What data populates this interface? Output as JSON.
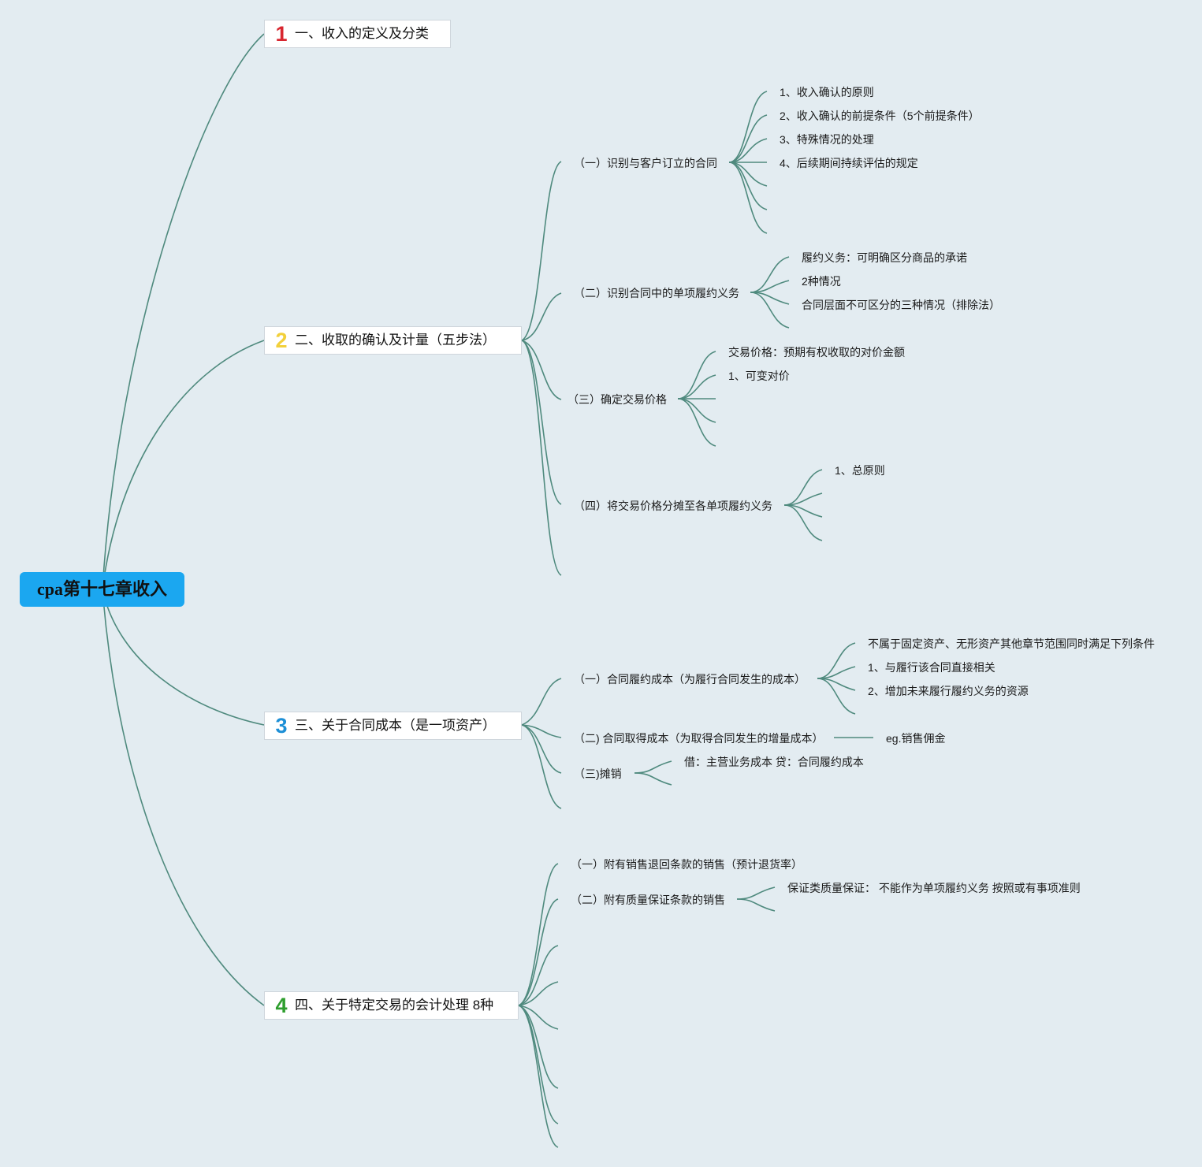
{
  "root": {
    "label": "cpa第十七章收入"
  },
  "main": [
    {
      "num": "1",
      "num_color": "#d8262f",
      "label": "一、收入的定义及分类"
    },
    {
      "num": "2",
      "num_color": "#f2d03b",
      "label": "二、收取的确认及计量（五步法）"
    },
    {
      "num": "3",
      "num_color": "#1d8fd6",
      "label": "三、关于合同成本（是一项资产）"
    },
    {
      "num": "4",
      "num_color": "#2e9e2e",
      "label": "四、关于特定交易的会计处理 8种"
    }
  ],
  "b2": {
    "s1": {
      "label": "（一）识别与客户订立的合同",
      "items": [
        "1、收入确认的原则",
        "2、收入确认的前提条件（5个前提条件）",
        "3、特殊情况的处理",
        "4、后续期间持续评估的规定"
      ]
    },
    "s2": {
      "label": "（二）识别合同中的单项履约义务",
      "items": [
        "履约义务：可明确区分商品的承诺",
        "2种情况",
        "合同层面不可区分的三种情况（排除法）"
      ]
    },
    "s3": {
      "label": "（三）确定交易价格",
      "items": [
        "交易价格：预期有权收取的对价金额",
        "1、可变对价"
      ]
    },
    "s4": {
      "label": "（四）将交易价格分摊至各单项履约义务",
      "items": [
        "1、总原则"
      ]
    }
  },
  "b3": {
    "s1": {
      "label": "（一）合同履约成本（为履行合同发生的成本）",
      "items": [
        "不属于固定资产、无形资产其他章节范围同时满足下列条件",
        "1、与履行该合同直接相关",
        "2、增加未来履行履约义务的资源"
      ]
    },
    "s2": {
      "label": "（二) 合同取得成本（为取得合同发生的增量成本）",
      "items": [
        "eg.销售佣金"
      ]
    },
    "s3": {
      "label": "（三)摊销",
      "items": [
        "借：主营业务成本 贷：合同履约成本"
      ]
    }
  },
  "b4": {
    "s1": {
      "label": "（一）附有销售退回条款的销售（预计退货率）"
    },
    "s2": {
      "label": "（二）附有质量保证条款的销售",
      "items": [
        "保证类质量保证： 不能作为单项履约义务 按照或有事项准则"
      ]
    }
  },
  "colors": {
    "background": "#e3ecf1",
    "root": "#1ba7f0",
    "connector": "#4f8a7e"
  }
}
